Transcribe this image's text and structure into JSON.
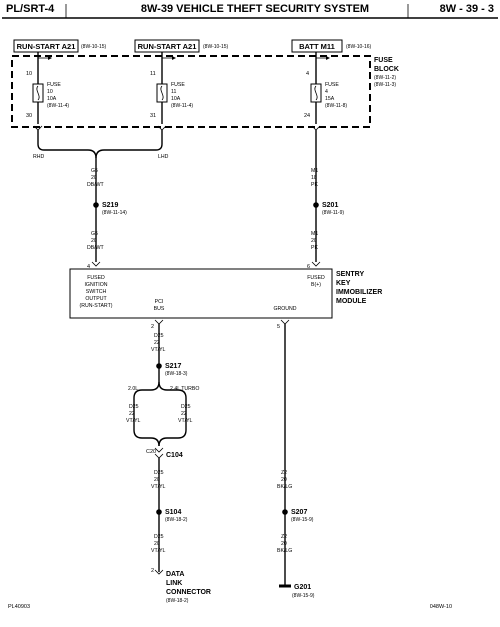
{
  "header": {
    "left": "PL/SRT-4",
    "center": "8W-39 VEHICLE THEFT SECURITY SYSTEM",
    "right": "8W - 39 - 3"
  },
  "sources": [
    {
      "label": "RUN-START A21",
      "ref": "(8W-10-15)"
    },
    {
      "label": "RUN-START A21",
      "ref": "(8W-10-15)"
    },
    {
      "label": "BATT M11",
      "ref": "(8W-10-16)"
    }
  ],
  "fuse_block": {
    "title1": "FUSE",
    "title2": "BLOCK",
    "ref1": "(8W-11-2)",
    "ref2": "(8W-11-3)"
  },
  "fuses": [
    {
      "pin_in": "10",
      "name": "FUSE",
      "num": "10",
      "amp": "10A",
      "ref": "(8W-11-4)",
      "pin_out": "30"
    },
    {
      "pin_in": "11",
      "name": "FUSE",
      "num": "11",
      "amp": "10A",
      "ref": "(8W-11-4)",
      "pin_out": "31"
    },
    {
      "pin_in": "4",
      "name": "FUSE",
      "num": "4",
      "amp": "15A",
      "ref": "(8W-11-8)",
      "pin_out": "24"
    }
  ],
  "options": {
    "rhd": "RHD",
    "lhd": "LHD",
    "l2": "2.0L",
    "turbo": "2.4L TURBO"
  },
  "wires": {
    "g5a": {
      "c": "G5",
      "g": "20",
      "col": "DB/WT"
    },
    "g5b": {
      "c": "G5",
      "g": "20",
      "col": "DB/WT"
    },
    "m1a": {
      "c": "M1",
      "g": "18",
      "col": "PK"
    },
    "m1b": {
      "c": "M1",
      "g": "20",
      "col": "PK"
    },
    "d25a": {
      "c": "D25",
      "g": "22",
      "col": "VT/YL"
    },
    "d25l": {
      "c": "D25",
      "g": "22",
      "col": "VT/YL"
    },
    "d25r": {
      "c": "D25",
      "g": "22",
      "col": "VT/YL"
    },
    "d25c": {
      "c": "D25",
      "g": "20",
      "col": "VT/YL"
    },
    "d25d": {
      "c": "D25",
      "g": "20",
      "col": "VT/YL"
    },
    "z2a": {
      "c": "Z2",
      "g": "20",
      "col": "BK/LG"
    },
    "z2b": {
      "c": "Z2",
      "g": "20",
      "col": "BK/LG"
    }
  },
  "splices": {
    "s219": {
      "name": "S219",
      "ref": "(8W-11-14)"
    },
    "s201": {
      "name": "S201",
      "ref": "(8W-11-9)"
    },
    "s217": {
      "name": "S217",
      "ref": "(8W-18-3)"
    },
    "s104": {
      "name": "S104",
      "ref": "(8W-18-2)"
    },
    "s207": {
      "name": "S207",
      "ref": "(8W-15-9)"
    }
  },
  "c104": {
    "pin": "C20",
    "name": "C104"
  },
  "module": {
    "title": [
      "SENTRY",
      "KEY",
      "IMMOBILIZER",
      "MODULE"
    ],
    "fused_lines": [
      "FUSED",
      "IGNITION",
      "SWITCH",
      "OUTPUT",
      "(RUN-START)"
    ],
    "fusedb": [
      "FUSED",
      "B(+)"
    ],
    "pci": [
      "PCI",
      "BUS"
    ],
    "ground": "GROUND",
    "pin_fused": "4",
    "pin_b": "6",
    "pin_pci": "2",
    "pin_gnd": "5"
  },
  "dlc": {
    "pin": "2",
    "title": [
      "DATA",
      "LINK",
      "CONNECTOR"
    ],
    "ref": "(8W-18-2)"
  },
  "g201": {
    "name": "G201",
    "ref": "(8W-15-9)"
  },
  "footer": {
    "left": "PL40903",
    "right": "048W-10"
  }
}
